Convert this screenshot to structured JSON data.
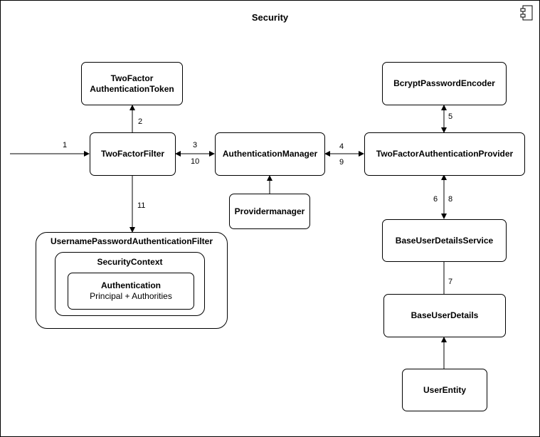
{
  "title": "Security",
  "icons": {
    "component": "component-icon"
  },
  "nodes": {
    "twofactor_token_line1": "TwoFactor",
    "twofactor_token_line2": "AuthenticationToken",
    "twofactor_filter": "TwoFactorFilter",
    "authentication_manager": "AuthenticationManager",
    "providermanager": "Providermanager",
    "bcrypt_encoder": "BcryptPasswordEncoder",
    "twofactor_provider": "TwoFactorAuthenticationProvider",
    "base_user_details_service": "BaseUserDetailsService",
    "base_user_details": "BaseUserDetails",
    "user_entity": "UserEntity",
    "username_password_filter": "UsernamePasswordAuthenticationFilter",
    "security_context": "SecurityContext",
    "authentication_title": "Authentication",
    "authentication_sub": "Principal + Authorities"
  },
  "edge_labels": {
    "e1": "1",
    "e2": "2",
    "e3": "3",
    "e4": "4",
    "e5": "5",
    "e6": "6",
    "e7": "7",
    "e8": "8",
    "e9": "9",
    "e10": "10",
    "e11": "11"
  }
}
